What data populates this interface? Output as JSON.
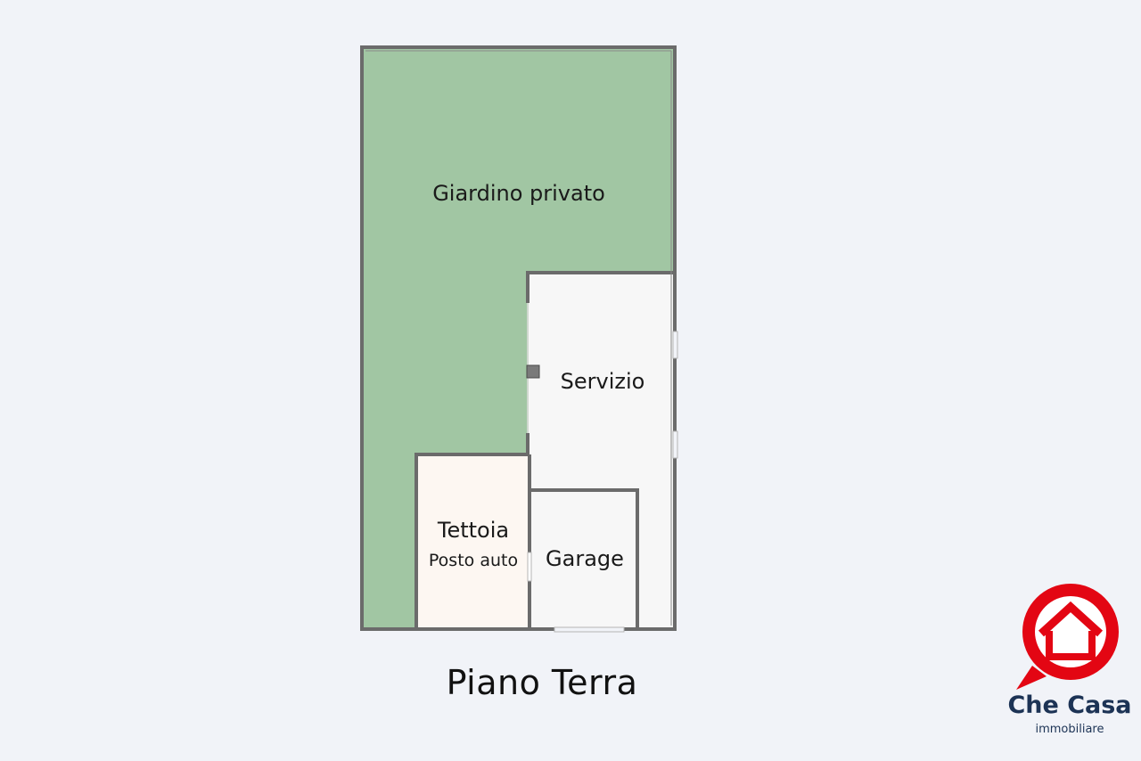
{
  "floor_title": "Piano Terra",
  "rooms": {
    "garden": "Giardino privato",
    "service": "Servizio",
    "carport": "Tettoia",
    "carport_sub": "Posto auto",
    "garage": "Garage"
  },
  "brand": {
    "name": "Che Casa",
    "tagline": "immobiliare",
    "logo_icon": "house-speech-bubble-icon"
  },
  "colors": {
    "background": "#f1f3f8",
    "garden": "#a1c6a3",
    "service": "#f7f7f7",
    "carport": "#fdf7f2",
    "garage": "#f7f7f7",
    "wall": "#6b6b6b",
    "logo_red": "#e30613",
    "logo_text": "#1c3355"
  }
}
